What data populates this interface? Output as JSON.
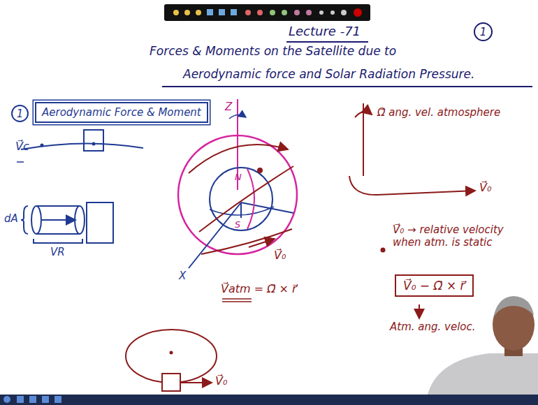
{
  "diagram": {
    "title": "Lecture -71",
    "nodes": [
      {
        "text": [
          "1"
        ]
      },
      {
        "text": [
          "1"
        ]
      },
      {
        "text": [
          "Aerodynamic Force & Moment"
        ]
      },
      {
        "text": [
          "V⃗₀ − Ω⃗ × r⃗"
        ]
      }
    ],
    "labels": [
      "Forces & Moments on the Satellite due to",
      "Aerodynamic force and Solar Radiation Pressure.",
      "V⃗c",
      "dA",
      "VR",
      "Z",
      "N",
      "S",
      "X",
      "V⃗₀",
      "V⃗atm = Ω⃗ × r⃗",
      "V⃗₀",
      "Ω⃗ ang. vel. atmosphere",
      "V⃗₀",
      "V⃗₀ → relative velocity when atm. is static",
      "Atm. ang. veloc."
    ]
  }
}
